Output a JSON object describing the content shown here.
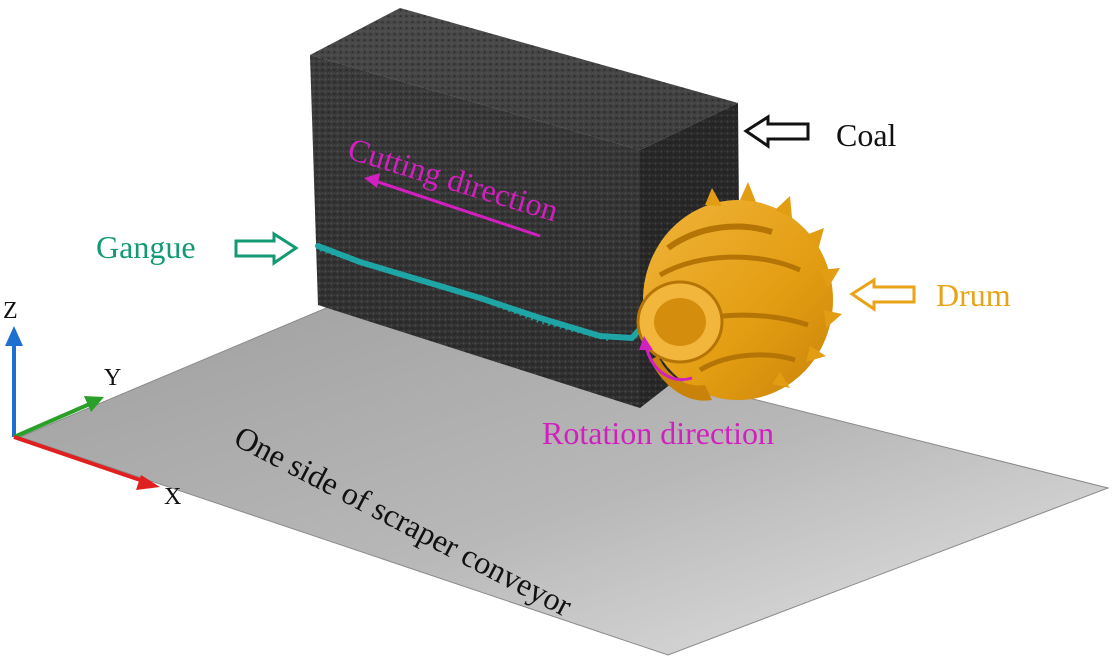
{
  "labels": {
    "coal": "Coal",
    "gangue": "Gangue",
    "drum": "Drum",
    "cutting_direction": "Cutting direction",
    "rotation_direction": "Rotation direction",
    "conveyor": "One side of scraper conveyor"
  },
  "axes": {
    "x": "X",
    "y": "Y",
    "z": "Z"
  },
  "colors": {
    "coal_text": "#111111",
    "gangue": "#139a74",
    "gangue_particles": "#1fa5a5",
    "drum": "#e8a317",
    "direction": "#d21fbf",
    "axis_x": "#e02020",
    "axis_y": "#2aa02a",
    "axis_z": "#1e6fd0"
  }
}
